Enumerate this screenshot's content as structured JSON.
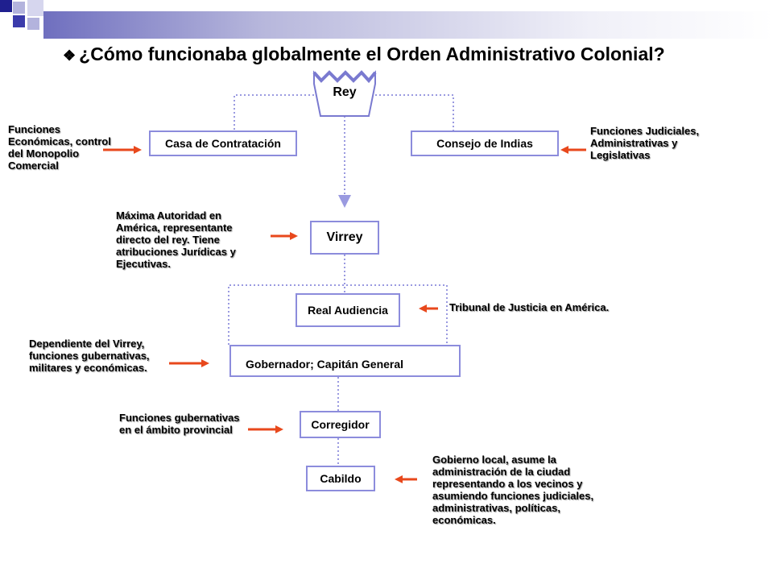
{
  "slide": {
    "bullet": "❖",
    "title": "¿Cómo funcionaba globalmente el Orden Administrativo Colonial?"
  },
  "nodes": {
    "rey": "Rey",
    "casa": "Casa de Contratación",
    "consejo": "Consejo de Indias",
    "virrey": "Virrey",
    "audiencia": "Real Audiencia",
    "gobernador": "Gobernador; Capitán General",
    "corregidor": "Corregidor",
    "cabildo": "Cabildo"
  },
  "notes": {
    "casa": [
      "Funciones",
      "Económicas, control",
      "del Monopolio",
      "Comercial"
    ],
    "consejo": [
      "Funciones Judiciales,",
      "Administrativas y",
      "Legislativas"
    ],
    "virrey": [
      "Máxima Autoridad en",
      "América, representante",
      "directo del rey. Tiene",
      "atribuciones Jurídicas y",
      "Ejecutivas."
    ],
    "audiencia": [
      "Tribunal de Justicia en América."
    ],
    "gobernador": [
      "Dependiente del Virrey,",
      "funciones gubernativas,",
      "militares y económicas."
    ],
    "corregidor": [
      "Funciones gubernativas",
      "en el ámbito provincial"
    ],
    "cabildo": [
      "Gobierno local, asume la",
      "administración de la ciudad",
      "representando a los vecinos y",
      "asumiendo funciones judiciales,",
      "administrativas, políticas,",
      "económicas."
    ]
  },
  "colors": {
    "box_border": "#8c8cdc",
    "connector": "#9a9ae0",
    "arrow": "#e8481c",
    "crown": "#7a7ad0"
  }
}
